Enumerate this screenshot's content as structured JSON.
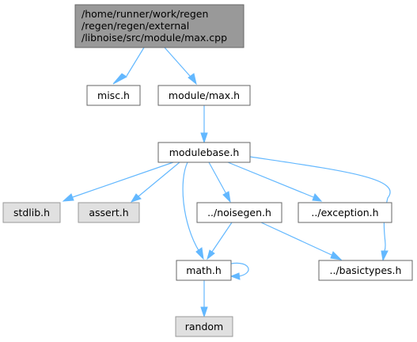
{
  "diagram": {
    "colors": {
      "root_fill": "#999999",
      "node_fill": "#ffffff",
      "external_fill": "#e0e0e0",
      "border_dark": "#666666",
      "border_light": "#999999",
      "edge": "#63b8ff",
      "text": "#000000",
      "background": "#ffffff"
    },
    "nodes": [
      {
        "id": "max_cpp",
        "lines": [
          "/home/runner/work/regen",
          "/regen/regen/external",
          "/libnoise/src/module/max.cpp"
        ],
        "kind": "root"
      },
      {
        "id": "misc_h",
        "lines": [
          "misc.h"
        ],
        "kind": "normal"
      },
      {
        "id": "module_max_h",
        "lines": [
          "module/max.h"
        ],
        "kind": "normal"
      },
      {
        "id": "modulebase_h",
        "lines": [
          "modulebase.h"
        ],
        "kind": "normal"
      },
      {
        "id": "stdlib_h",
        "lines": [
          "stdlib.h"
        ],
        "kind": "external"
      },
      {
        "id": "assert_h",
        "lines": [
          "assert.h"
        ],
        "kind": "external"
      },
      {
        "id": "noisegen_h",
        "lines": [
          "../noisegen.h"
        ],
        "kind": "normal"
      },
      {
        "id": "exception_h",
        "lines": [
          "../exception.h"
        ],
        "kind": "normal"
      },
      {
        "id": "math_h",
        "lines": [
          "math.h"
        ],
        "kind": "normal"
      },
      {
        "id": "basictypes_h",
        "lines": [
          "../basictypes.h"
        ],
        "kind": "normal"
      },
      {
        "id": "random",
        "lines": [
          "random"
        ],
        "kind": "external"
      }
    ],
    "edges": [
      {
        "from": "max_cpp",
        "to": "misc_h"
      },
      {
        "from": "max_cpp",
        "to": "module_max_h"
      },
      {
        "from": "module_max_h",
        "to": "modulebase_h"
      },
      {
        "from": "modulebase_h",
        "to": "stdlib_h"
      },
      {
        "from": "modulebase_h",
        "to": "assert_h"
      },
      {
        "from": "modulebase_h",
        "to": "math_h"
      },
      {
        "from": "modulebase_h",
        "to": "noisegen_h"
      },
      {
        "from": "modulebase_h",
        "to": "exception_h"
      },
      {
        "from": "modulebase_h",
        "to": "basictypes_h"
      },
      {
        "from": "noisegen_h",
        "to": "math_h"
      },
      {
        "from": "noisegen_h",
        "to": "basictypes_h"
      },
      {
        "from": "math_h",
        "to": "math_h"
      },
      {
        "from": "math_h",
        "to": "random"
      }
    ]
  }
}
